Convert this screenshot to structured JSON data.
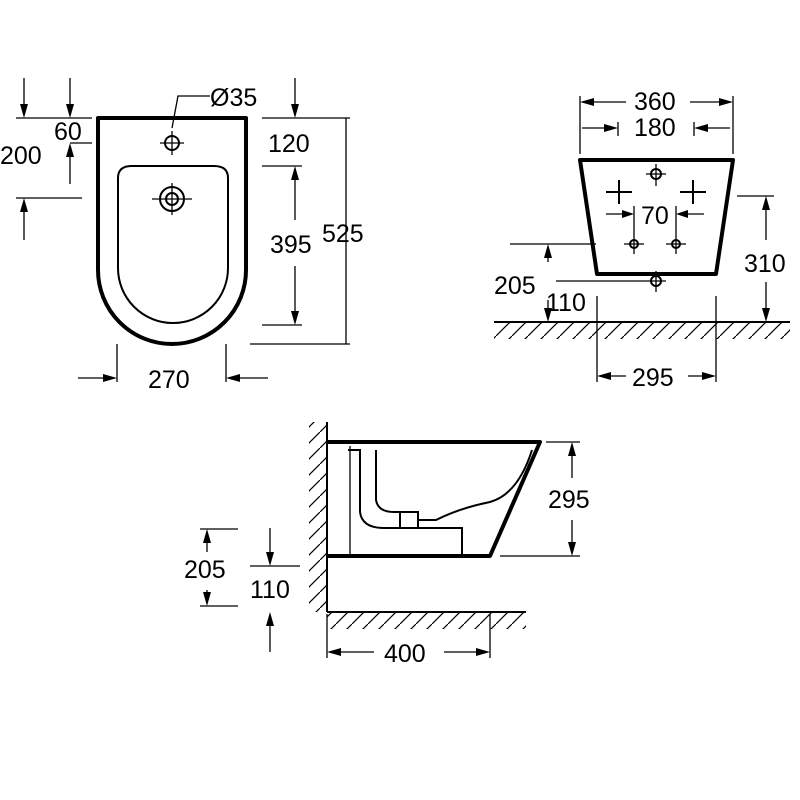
{
  "top_view": {
    "dims": {
      "d60": "60",
      "d200": "200",
      "d35": "Ø35",
      "d120": "120",
      "d395": "395",
      "d525": "525",
      "d270": "270"
    }
  },
  "front_view": {
    "dims": {
      "d360": "360",
      "d180": "180",
      "d70": "70",
      "d205": "205",
      "d110": "110",
      "d310": "310",
      "d295": "295"
    }
  },
  "side_view": {
    "dims": {
      "d295": "295",
      "d205": "205",
      "d110": "110",
      "d400": "400"
    }
  }
}
